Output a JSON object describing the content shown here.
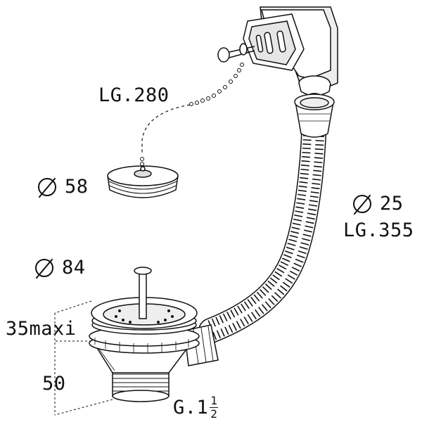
{
  "labels": {
    "chain_length": "LG.280",
    "plug_diameter": "58",
    "hose_diameter": "25",
    "hose_length": "LG.355",
    "strainer_diameter": "84",
    "max_thickness": "35maxi",
    "height": "50",
    "thread_prefix": "G.1",
    "thread_num": "1",
    "thread_den": "2"
  },
  "colors": {
    "line": "#111111",
    "fill": "#ffffff",
    "shade": "#d9d9d9"
  },
  "icons": {
    "diameter": "diameter-icon"
  }
}
